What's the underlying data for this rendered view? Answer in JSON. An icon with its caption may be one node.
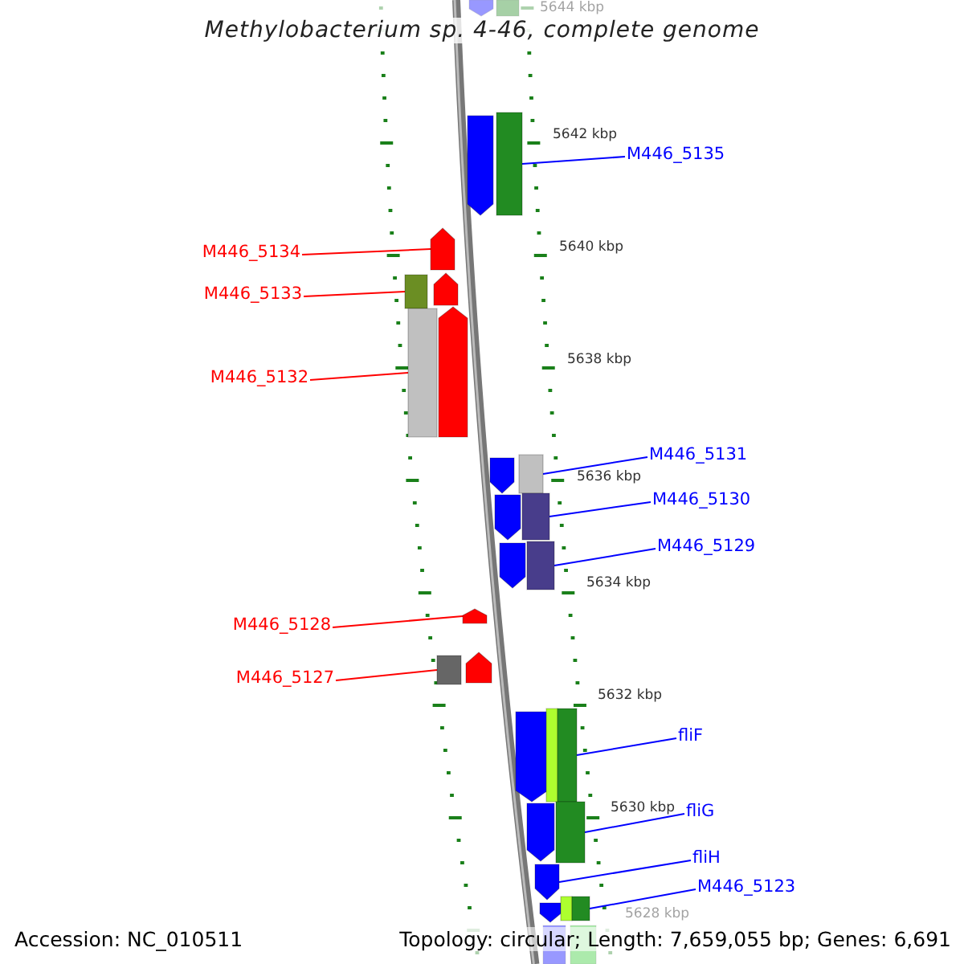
{
  "diagram": {
    "title": "Methylobacterium sp. 4-46, complete genome",
    "nodes": [
      {
        "text": [
          "M446_5135"
        ]
      },
      {
        "text": [
          "M446_5134"
        ]
      },
      {
        "text": [
          "M446_5133"
        ]
      },
      {
        "text": [
          "M446_5132"
        ]
      },
      {
        "text": [
          "M446_5131"
        ]
      },
      {
        "text": [
          "M446_5130"
        ]
      },
      {
        "text": [
          "M446_5129"
        ]
      },
      {
        "text": [
          "M446_5128"
        ]
      },
      {
        "text": [
          "M446_5127"
        ]
      },
      {
        "text": [
          "fliF"
        ]
      },
      {
        "text": [
          "fliG"
        ]
      },
      {
        "text": [
          "fliH"
        ]
      },
      {
        "text": [
          "M446_5123"
        ]
      },
      {
        "text": [],
        "shape": "arrow"
      },
      {
        "text": [],
        "shape": "bar"
      },
      {
        "text": [],
        "shape": "arrow"
      },
      {
        "text": [],
        "shape": "bar"
      },
      {
        "text": [],
        "shape": "arrow"
      },
      {
        "text": [],
        "shape": "bar"
      },
      {
        "text": [],
        "shape": "arrow"
      },
      {
        "text": [],
        "shape": "bar"
      },
      {
        "text": [],
        "shape": "arrow"
      },
      {
        "text": [],
        "shape": "arrow"
      },
      {
        "text": [],
        "shape": "bar"
      },
      {
        "text": [],
        "shape": "arrow"
      },
      {
        "text": [],
        "shape": "bar"
      },
      {
        "text": [],
        "shape": "arrow"
      },
      {
        "text": [],
        "shape": "bar"
      },
      {
        "text": [],
        "shape": "arrow"
      },
      {
        "text": [],
        "shape": "bar"
      },
      {
        "text": [],
        "shape": "arrow"
      },
      {
        "text": [],
        "shape": "arrow"
      },
      {
        "text": [],
        "shape": "bar"
      },
      {
        "text": [],
        "shape": "bar"
      },
      {
        "text": [],
        "shape": "arrow"
      },
      {
        "text": [],
        "shape": "bar"
      },
      {
        "text": [],
        "shape": "arrow"
      },
      {
        "text": [],
        "shape": "arrow"
      },
      {
        "text": [],
        "shape": "bar"
      },
      {
        "text": [],
        "shape": "bar"
      },
      {
        "text": [],
        "shape": "bar"
      },
      {
        "text": [],
        "shape": "bar"
      }
    ],
    "edges": [
      {
        "from": 0,
        "to": 16,
        "arrow": "none"
      },
      {
        "from": 1,
        "to": 17,
        "arrow": "none",
        "color": "#ff0000"
      },
      {
        "from": 2,
        "to": 18,
        "arrow": "none",
        "color": "#ff0000"
      },
      {
        "from": 3,
        "to": 20,
        "arrow": "none",
        "color": "#ff0000"
      },
      {
        "from": 4,
        "to": 23,
        "arrow": "none"
      },
      {
        "from": 5,
        "to": 25,
        "arrow": "none"
      },
      {
        "from": 6,
        "to": 27,
        "arrow": "none"
      },
      {
        "from": 7,
        "to": 28,
        "arrow": "none",
        "color": "#ff0000"
      },
      {
        "from": 8,
        "to": 29,
        "arrow": "none",
        "color": "#ff0000"
      },
      {
        "from": 9,
        "to": 33,
        "arrow": "none"
      },
      {
        "from": 10,
        "to": 35,
        "arrow": "none"
      },
      {
        "from": 11,
        "to": 36,
        "arrow": "none"
      },
      {
        "from": 12,
        "to": 39,
        "arrow": "none"
      }
    ],
    "labels": [
      "5644 kbp",
      "5642 kbp",
      "5640 kbp",
      "5638 kbp",
      "5636 kbp",
      "5634 kbp",
      "5632 kbp",
      "5630 kbp",
      "5628 kbp",
      "Accession: NC_010511",
      "Topology: circular; Length: 7,659,055 bp; Genes: 6,691"
    ]
  }
}
